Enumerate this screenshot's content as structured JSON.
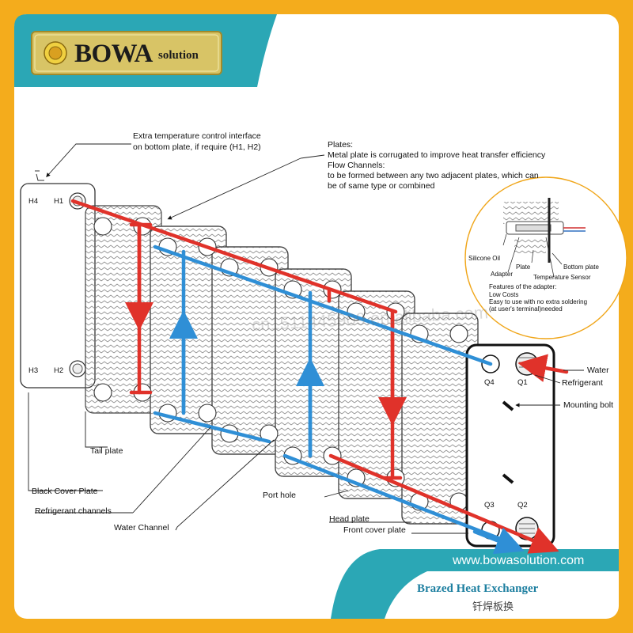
{
  "brand": {
    "name": "BOWA",
    "suffix": "solution",
    "website": "www.bowasolution.com",
    "product_title": "Brazed Heat Exchanger",
    "product_title_cn": "钎焊板换",
    "watermark": "cn1511445909.en.alibaba.com"
  },
  "colors": {
    "frame": "#f4ac1c",
    "accent": "#2ba7b5",
    "refrigerant_flow": "#e0322a",
    "water_flow": "#2f8fd6"
  },
  "callouts": {
    "interface_line1": "Extra temperature control interface",
    "interface_line2": "on bottom plate, if require (H1, H2)",
    "plates_line1": "Plates:",
    "plates_line2": "Metal plate is corrugated to improve heat transfer efficiency",
    "plates_line3": "Flow Channels:",
    "plates_line4": "to be formed between any two adjacent plates, which can",
    "plates_line5": "be of same type or combined",
    "water": "Water",
    "refrigerant": "Refrigerant",
    "mounting_bolt": "Mounting bolt",
    "tail_plate": "Tail plate",
    "black_cover_plate": "Black Cover Plate",
    "refrigerant_channels": "Refrigerant channels",
    "water_channel": "Water Channel",
    "port_hole": "Port hole",
    "head_plate": "Head plate",
    "front_cover_plate": "Front cover plate"
  },
  "ports": {
    "h1": "H1",
    "h2": "H2",
    "h3": "H3",
    "h4": "H4",
    "q1": "Q1",
    "q2": "Q2",
    "q3": "Q3",
    "q4": "Q4"
  },
  "inset": {
    "silicone_oil": "Silicone Oil",
    "plate": "Plate",
    "bottom_plate": "Bottom plate",
    "adapter": "Adapter",
    "temperature_sensor": "Temperature Sensor",
    "features_title": "Features of the adapter:",
    "feature_1": "Low Costs",
    "feature_2": "Easy to use with no extra soldering",
    "feature_3": "(at user's terminal)needed"
  }
}
